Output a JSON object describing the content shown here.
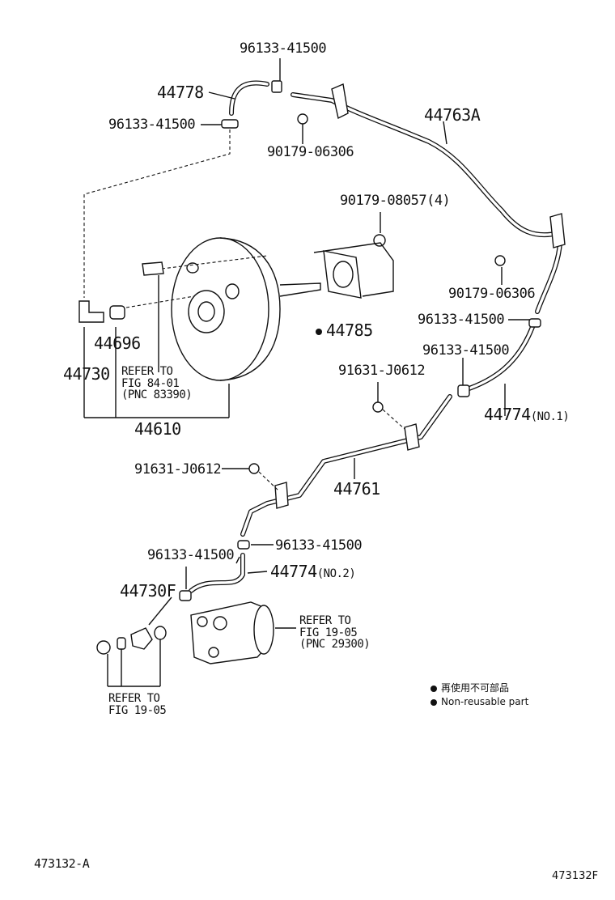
{
  "labels": {
    "clamp_top": "96133-41500",
    "hose_top": "44778",
    "clamp_left": "96133-41500",
    "bolt_top": "90179-06306",
    "pipe_a": "44763A",
    "nut_4": "90179-08057(4)",
    "bolt_right": "90179-06306",
    "clamp_r1": "96133-41500",
    "gasket": "44785",
    "clamp_r2": "96133-41500",
    "check_valve": "44696",
    "union": "44730",
    "refer_8401": "REFER TO\nFIG 84-01\n(PNC 83390)",
    "booster": "44610",
    "bolt_mid": "91631-J0612",
    "hose_no1": "44774",
    "hose_no1_suffix": "(NO.1)",
    "bolt_left": "91631-J0612",
    "pipe_761": "44761",
    "clamp_b1": "96133-41500",
    "clamp_b2": "96133-41500",
    "hose_no2": "44774",
    "hose_no2_suffix": "(NO.2)",
    "union_f": "44730F",
    "refer_1905_pump": "REFER TO\nFIG 19-05\n(PNC 29300)",
    "refer_1905_bolts": "REFER TO\nFIG 19-05",
    "legend_jp": "再使用不可部品",
    "legend_en": "Non-reusable part",
    "fig_code_left": "473132-A",
    "fig_code_right": "473132F"
  },
  "colors": {
    "ink": "#111111",
    "paper": "#ffffff"
  }
}
